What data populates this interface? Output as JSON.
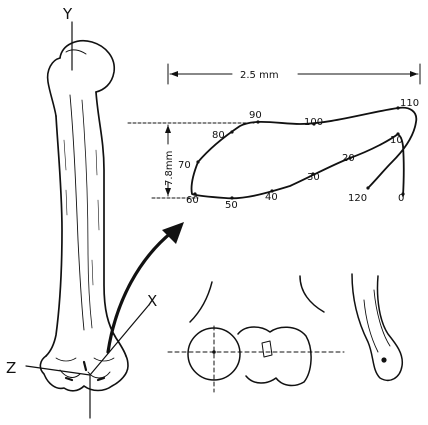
{
  "axes": {
    "y_label": "Y",
    "x_label": "X",
    "z_label": "Z"
  },
  "dimensions": {
    "width_label": "2.5 mm",
    "height_label": "7.8mm"
  },
  "path_points": [
    "0",
    "10",
    "20",
    "30",
    "40",
    "50",
    "60",
    "70",
    "80",
    "90",
    "100",
    "110",
    "120"
  ]
}
